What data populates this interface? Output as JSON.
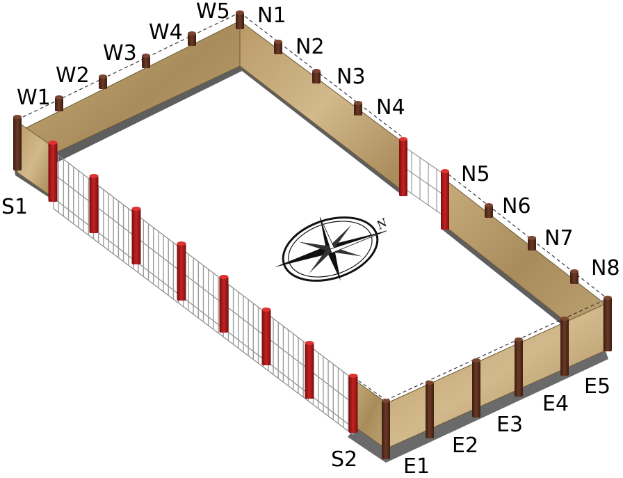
{
  "labels": {
    "W1": "W1",
    "W2": "W2",
    "W3": "W3",
    "W4": "W4",
    "W5": "W5",
    "N1": "N1",
    "N2": "N2",
    "N3": "N3",
    "N4": "N4",
    "N5": "N5",
    "N6": "N6",
    "N7": "N7",
    "N8": "N8",
    "E1": "E1",
    "E2": "E2",
    "E3": "E3",
    "E4": "E4",
    "E5": "E5",
    "S1": "S1",
    "S2": "S2"
  },
  "compass": {
    "north_letter": "N"
  },
  "colors": {
    "wall_wood": "#b59a6a",
    "wall_wood_dark": "#8c7448",
    "post_brown": "#5a2e1f",
    "post_red": "#a61a1a",
    "base_grey": "#6e6e6e",
    "fence_white": "#f2f2f2"
  }
}
